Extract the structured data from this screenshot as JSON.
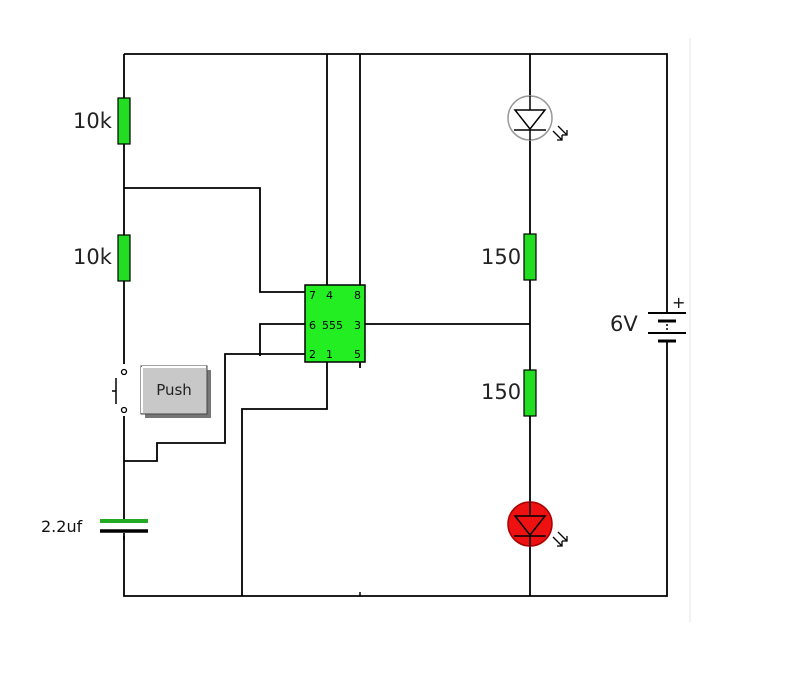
{
  "components": {
    "resistor_top_left": {
      "label": "10k",
      "color": "#22dd22"
    },
    "resistor_mid_left": {
      "label": "10k",
      "color": "#22dd22"
    },
    "capacitor": {
      "label": "2.2uf"
    },
    "push_button": {
      "label": "Push"
    },
    "ic_555": {
      "label": "555",
      "pins": {
        "p7": "7",
        "p4": "4",
        "p8": "8",
        "p6": "6",
        "p3": "3",
        "p2": "2",
        "p1": "1",
        "p5": "5"
      },
      "color": "#22ee22"
    },
    "resistor_top_right": {
      "label": "150",
      "color": "#22dd22"
    },
    "resistor_bottom_right": {
      "label": "150",
      "color": "#22dd22"
    },
    "led_top": {
      "color": "#ffffff"
    },
    "led_bottom": {
      "color": "#ee1111"
    },
    "battery": {
      "label": "6V",
      "plus": "+"
    }
  }
}
